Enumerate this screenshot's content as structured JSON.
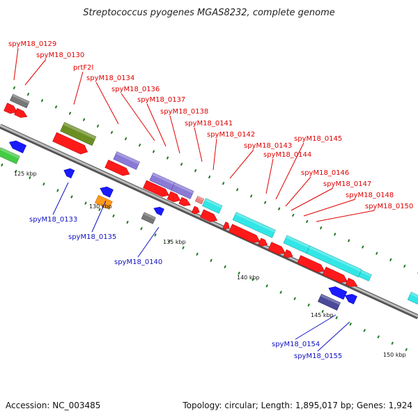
{
  "title": "Streptococcus pyogenes MGAS8232, complete genome",
  "footer": {
    "accession": "Accession: NC_003485",
    "topology": "Topology: circular; Length: 1,895,017 bp; Genes: 1,924"
  },
  "scale_labels": [
    "125 kbp",
    "130 kbp",
    "135 kbp",
    "140 kbp",
    "145 kbp",
    "150 kbp"
  ],
  "colors": {
    "forward_label": "#e00000",
    "reverse_label": "#1010c0",
    "backbone": "#808080",
    "tick": "#1f7a1f"
  },
  "labels_forward": [
    "spyM18_0129",
    "spyM18_0130",
    "prtF2l",
    "spyM18_0134",
    "spyM18_0136",
    "spyM18_0137",
    "spyM18_0138",
    "spyM18_0141",
    "spyM18_0142",
    "spyM18_0143",
    "spyM18_0144",
    "spyM18_0145",
    "spyM18_0146",
    "spyM18_0147",
    "spyM18_0148",
    "spyM18_0150"
  ],
  "labels_reverse": [
    "spyM18_0133",
    "spyM18_0135",
    "spyM18_0140",
    "spyM18_0154",
    "spyM18_0155"
  ]
}
